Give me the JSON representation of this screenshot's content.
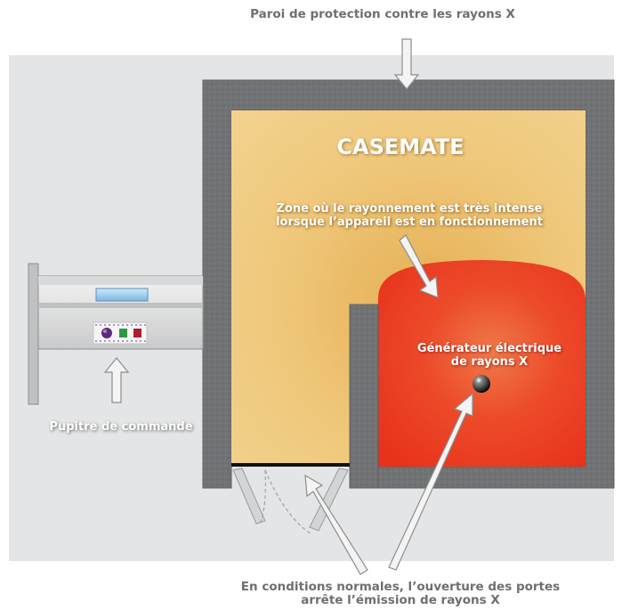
{
  "labels": {
    "wall": "Paroi de protection contre les rayons X",
    "casemate": "CASEMATE",
    "zone_line1": "Zone où le rayonnement est très intense",
    "zone_line2": "lorsque l’appareil est en fonctionnement",
    "generator_line1": "Générateur électrique",
    "generator_line2": "de rayons X",
    "console": "Pupitre de commande",
    "doors_line1": "En conditions normales, l’ouverture des portes",
    "doors_line2": "arrête l’émission de rayons X"
  },
  "colors": {
    "background": "#e4e5e6",
    "wall": "#707273",
    "room": "#f0cf82",
    "radiation": "#ee3a1e",
    "caption": "#6d6f71"
  }
}
